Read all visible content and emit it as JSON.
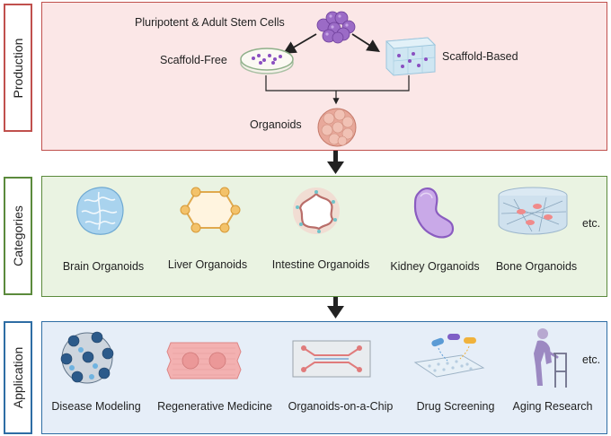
{
  "sections": {
    "production": "Production",
    "categories": "Categories",
    "application": "Application"
  },
  "production": {
    "source": "Pluripotent & Adult Stem Cells",
    "left_method": "Scaffold-Free",
    "right_method": "Scaffold-Based",
    "result": "Organoids"
  },
  "categories": {
    "items": [
      "Brain Organoids",
      "Liver Organoids",
      "Intestine Organoids",
      "Kidney Organoids",
      "Bone Organoids"
    ],
    "more": "etc."
  },
  "application": {
    "items": [
      "Disease Modeling",
      "Regenerative Medicine",
      "Organoids-on-a-Chip",
      "Drug Screening",
      "Aging Research"
    ],
    "more": "etc."
  },
  "colors": {
    "production_border": "#c0504d",
    "production_fill": "#fbe7e7",
    "categories_border": "#5b8a3c",
    "categories_fill": "#eaf3e2",
    "application_border": "#2e6da4",
    "application_fill": "#e6eef8"
  },
  "icons": [
    "stem-cells-icon",
    "petri-dish-icon",
    "scaffold-cube-icon",
    "organoid-sphere-icon",
    "brain-organoid-icon",
    "liver-organoid-icon",
    "intestine-organoid-icon",
    "kidney-organoid-icon",
    "bone-organoid-icon",
    "disease-model-icon",
    "tissue-patch-icon",
    "microfluidic-chip-icon",
    "drug-screening-icon",
    "elderly-walker-icon"
  ]
}
